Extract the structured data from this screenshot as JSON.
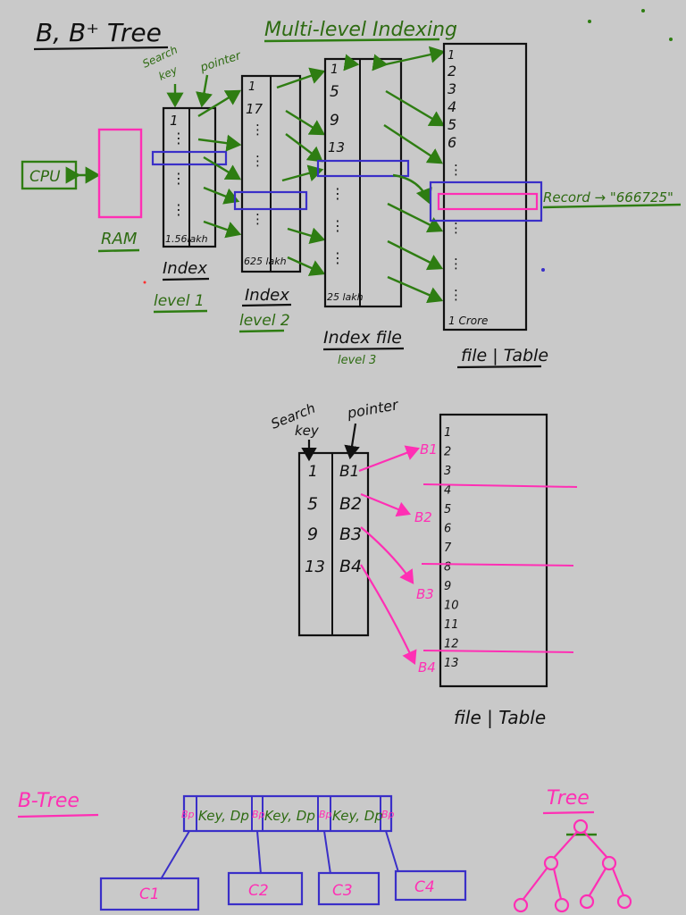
{
  "title": "B, B⁺ Tree",
  "heading": "Multi-level Indexing",
  "colors": {
    "background": "#c9c9c9",
    "ink": "#111111",
    "green": "#2e7d12",
    "pink": "#ff2fb4",
    "blue": "#3a2fc8"
  },
  "top": {
    "cpu": "CPU",
    "ram": "RAM",
    "search_key": [
      "Search",
      "key"
    ],
    "pointer": "pointer",
    "level1": {
      "first": "1",
      "last": "1.56lakh",
      "name": "Index",
      "level": "level 1"
    },
    "level2": {
      "first": "1",
      "second": "17",
      "last": "625 lakh",
      "name": "Index",
      "level": "level 2"
    },
    "level3": {
      "keys": [
        "1",
        "5",
        "9",
        "13"
      ],
      "last": "25 lakh",
      "name": "Index file",
      "level": "level 3"
    },
    "file": {
      "rows": [
        "1",
        "2",
        "3",
        "4",
        "5",
        "6"
      ],
      "last": "1 Crore",
      "name": "file | Table"
    },
    "record": "Record → \"666725\""
  },
  "middle": {
    "search_key": [
      "Search",
      "key"
    ],
    "pointer": "pointer",
    "keys": [
      "1",
      "5",
      "9",
      "13"
    ],
    "pointers": [
      "B1",
      "B2",
      "B3",
      "B4"
    ],
    "blocks": [
      "B1",
      "B2",
      "B3",
      "B4"
    ],
    "rows": [
      "1",
      "2",
      "3",
      "4",
      "5",
      "6",
      "7",
      "8",
      "9",
      "10",
      "11",
      "12",
      "13"
    ],
    "file": "file | Table"
  },
  "bottom": {
    "btree": "B-Tree",
    "bp": "Bp",
    "cells": [
      "Key, Dp",
      "Key, Dp",
      "Key, Dp"
    ],
    "children": [
      "C1",
      "C2",
      "C3",
      "C4"
    ],
    "tree": "Tree"
  }
}
